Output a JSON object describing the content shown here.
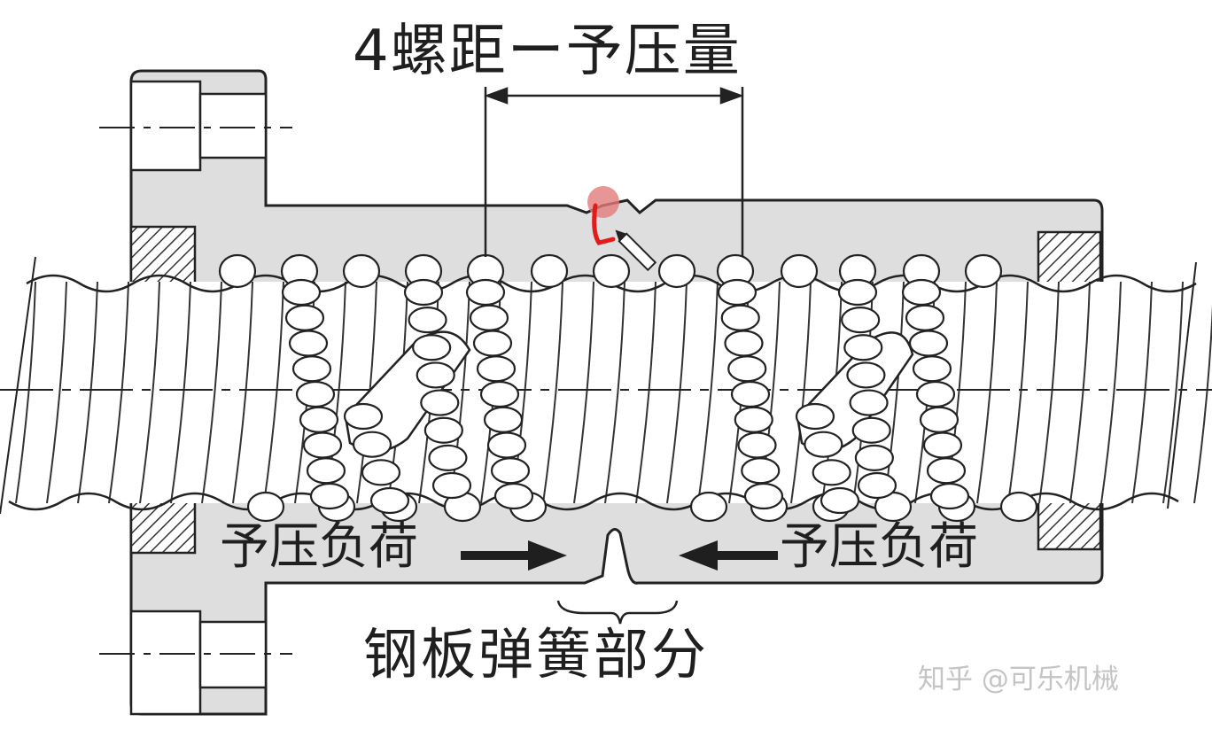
{
  "labels": {
    "preload_title": "4螺距ー予压量",
    "preload_load_left": "予压负荷",
    "preload_load_right": "予压负荷",
    "spring_part": "钢板弹簧部分"
  },
  "watermark": {
    "text": "知乎 @可乐机械"
  },
  "colors": {
    "nut_fill": "#dedede",
    "outline": "#222222",
    "ball_fill": "#ffffff",
    "hatch": "#333333",
    "cursor_highlight": "#e41b1b",
    "cursor_glow": "#e27a7a",
    "watermark": "#c4c4c4"
  }
}
